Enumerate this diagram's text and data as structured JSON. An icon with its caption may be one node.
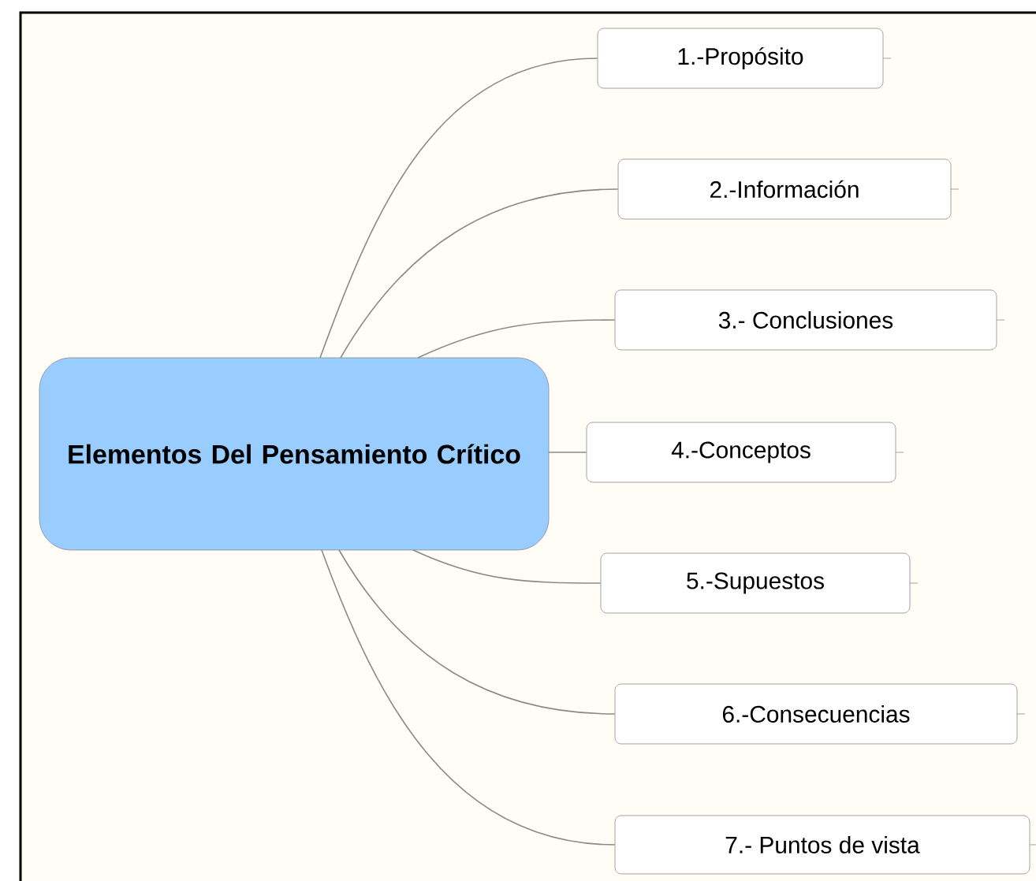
{
  "diagram": {
    "nodes": [
      {
        "text": [
          "Elementos Del Pensamiento Crítico"
        ]
      },
      {
        "text": [
          "1.-Propósito"
        ]
      },
      {
        "text": [
          "2.-Información"
        ]
      },
      {
        "text": [
          "3.- Conclusiones"
        ]
      },
      {
        "text": [
          "4.-Conceptos"
        ]
      },
      {
        "text": [
          "5.-Supuestos"
        ]
      },
      {
        "text": [
          "6.-Consecuencias"
        ]
      },
      {
        "text": [
          "7.- Puntos de vista"
        ]
      }
    ],
    "edges": [
      {
        "from": 0,
        "to": 1,
        "arrow": "none"
      },
      {
        "from": 0,
        "to": 2,
        "arrow": "none"
      },
      {
        "from": 0,
        "to": 3,
        "arrow": "none"
      },
      {
        "from": 0,
        "to": 4,
        "arrow": "none"
      },
      {
        "from": 0,
        "to": 5,
        "arrow": "none"
      },
      {
        "from": 0,
        "to": 6,
        "arrow": "none"
      },
      {
        "from": 0,
        "to": 7,
        "arrow": "none"
      }
    ]
  }
}
